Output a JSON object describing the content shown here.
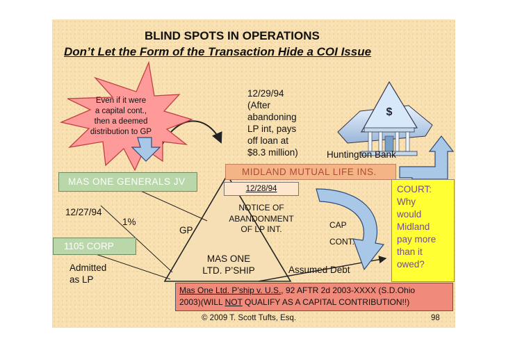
{
  "title": "BLIND SPOTS IN OPERATIONS",
  "subtitle": "Don’t Let the Form of the Transaction Hide a COI Issue",
  "starburst": [
    "Even if it were",
    "a capital cont.,",
    "then a deemed",
    "distribution to GP"
  ],
  "note_1229": [
    "12/29/94",
    "(After",
    "abandoning",
    "LP int, pays",
    "off loan at",
    "$8.3 million)"
  ],
  "huntington": "Huntington Bank",
  "midland": "MIDLAND MUTUAL LIFE INS.",
  "mas_one_jv": "MAS ONE GENERALS JV",
  "notice_date": "12/28/94",
  "notice": [
    "NOTICE OF",
    "ABANDONMENT",
    "OF LP INT."
  ],
  "court": [
    "COURT:",
    "Why",
    "would",
    "Midland",
    "pay more",
    "than it",
    "owed?"
  ],
  "date_1227": "12/27/94",
  "pct": "1%",
  "gp": "GP",
  "corp_1105": "1105 CORP",
  "admitted": [
    "Admitted",
    "as LP"
  ],
  "mas_one_lp": [
    "MAS ONE",
    "LTD. P’SHIP"
  ],
  "cap_cont": [
    "CAP",
    "CONT."
  ],
  "assumed_debt": "Assumed Debt",
  "case_cite": {
    "case_name": "Mas One Ltd. P’ship v. U.S.",
    "cite": ", 92 AFTR 2d 2003-XXXX (S.D.Ohio",
    "line2_a": "2003)(WILL ",
    "line2_not": "NOT",
    "line2_b": " QUALIFY AS A CAPITAL CONTRIBUTION!!)"
  },
  "footer": "© 2009 T. Scott Tufts, Esq.",
  "page_number": "98",
  "colors": {
    "background": "#f9e0b0",
    "starburst": "#ff9a9a",
    "midland": "#f5b486",
    "green_box": "#b9d7a9",
    "blue_arrow": "#a9c8e8",
    "court": "#ffff33",
    "case_box": "#f08a7a"
  }
}
